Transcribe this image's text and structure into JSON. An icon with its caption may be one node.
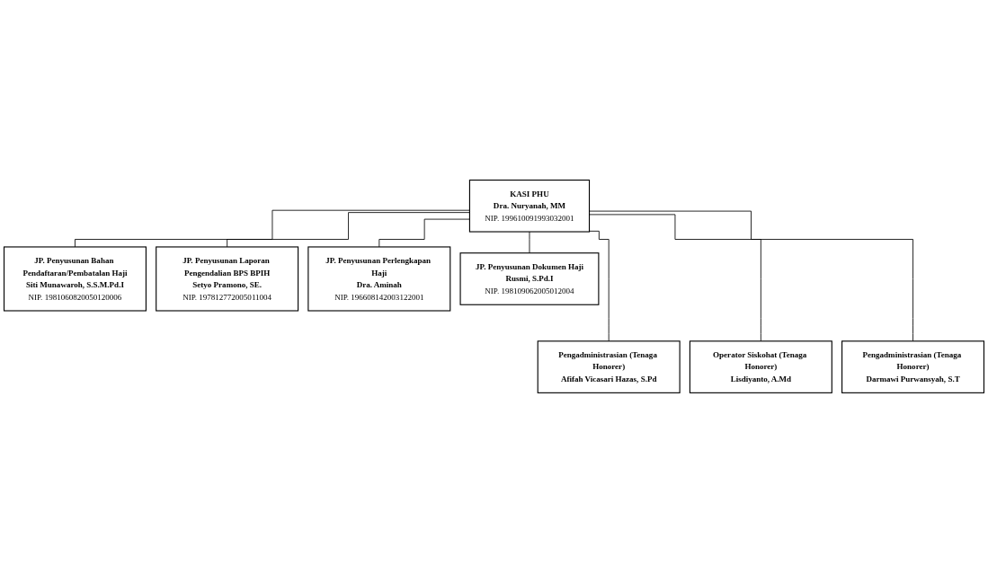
{
  "diagram": {
    "nodes": [
      {
        "text": [
          "KASI PHU",
          "Dra. Nuryanah, MM",
          "NIP. 199610091993032001"
        ]
      },
      {
        "text": [
          "JP. Penyusunan Bahan Pendaftaran/Pembatalan Haji",
          "Siti Munawaroh, S.S.M.Pd.I",
          "NIP. 1981060820050120006"
        ]
      },
      {
        "text": [
          "JP. Penyusunan Laporan Pengendalian BPS BPIH",
          "Setyo Pramono, SE.",
          "NIP. 197812772005011004"
        ]
      },
      {
        "text": [
          "JP. Penyusunan Perlengkapan Haji",
          "Dra. Aminah",
          "NIP. 196608142003122001"
        ]
      },
      {
        "text": [
          "JP. Penyusunan Dokumen Haji",
          "Rusmi, S.Pd.I",
          "NIP. 198109062005012004"
        ]
      },
      {
        "text": [
          "Pengadministrasian (Tenaga Honorer)",
          "Afifah Vicasari Hazas, S.Pd"
        ]
      },
      {
        "text": [
          "Operator Siskohat (Tenaga Honorer)",
          "Lisdiyanto, A.Md"
        ]
      },
      {
        "text": [
          "Pengadministrasian (Tenaga Honorer)",
          "Darmawi Purwansyah, S.T"
        ]
      }
    ],
    "edges": [
      {
        "from": 0,
        "to": 1,
        "arrow": "none"
      },
      {
        "from": 0,
        "to": 2,
        "arrow": "none"
      },
      {
        "from": 0,
        "to": 3,
        "arrow": "none"
      },
      {
        "from": 0,
        "to": 4,
        "arrow": "none"
      },
      {
        "from": 0,
        "to": 5,
        "arrow": "none"
      },
      {
        "from": 0,
        "to": 6,
        "arrow": "none"
      },
      {
        "from": 0,
        "to": 7,
        "arrow": "none"
      }
    ]
  }
}
